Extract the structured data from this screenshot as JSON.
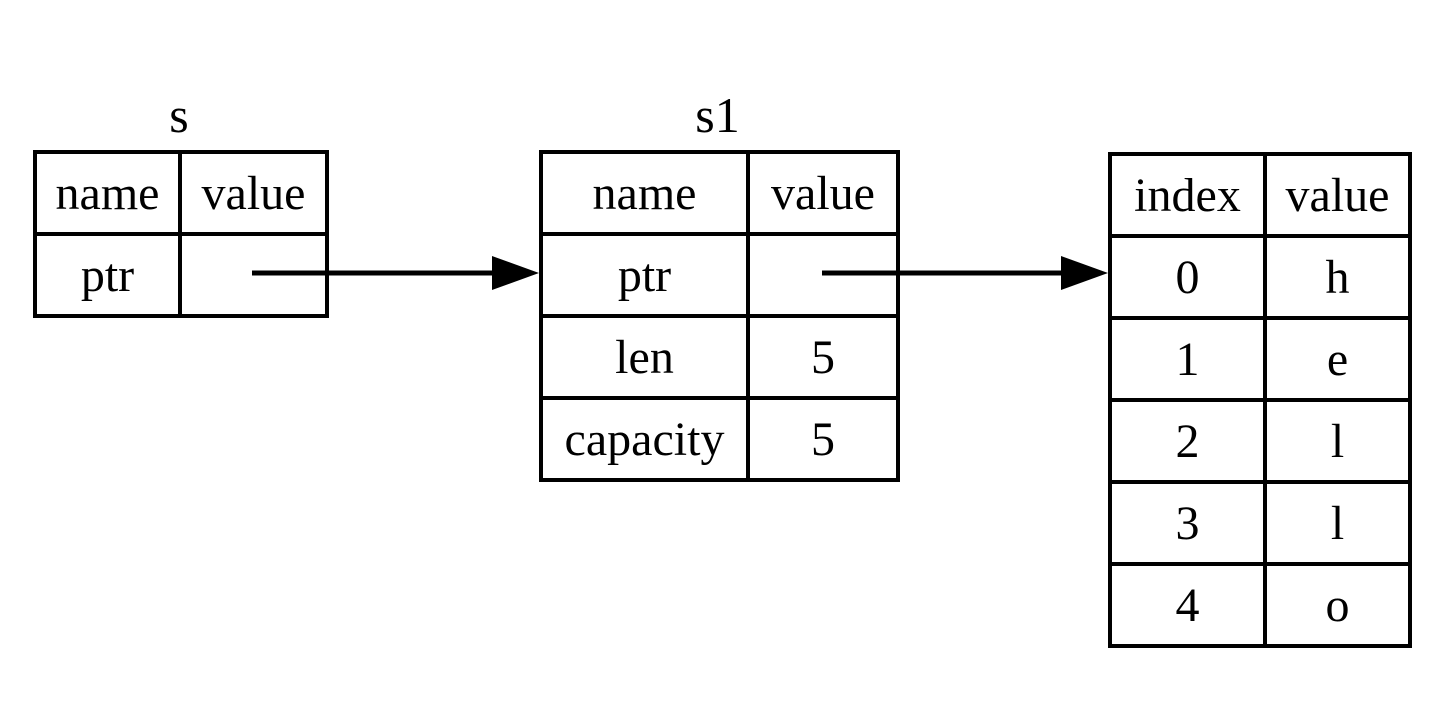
{
  "diagram_title": "",
  "tables": {
    "s": {
      "title": "s",
      "headers": [
        "name",
        "value"
      ],
      "rows": [
        {
          "name": "ptr",
          "value": ""
        }
      ]
    },
    "s1": {
      "title": "s1",
      "headers": [
        "name",
        "value"
      ],
      "rows": [
        {
          "name": "ptr",
          "value": ""
        },
        {
          "name": "len",
          "value": "5"
        },
        {
          "name": "capacity",
          "value": "5"
        }
      ]
    },
    "heap": {
      "title": "",
      "headers": [
        "index",
        "value"
      ],
      "rows": [
        {
          "index": "0",
          "value": "h"
        },
        {
          "index": "1",
          "value": "e"
        },
        {
          "index": "2",
          "value": "l"
        },
        {
          "index": "3",
          "value": "l"
        },
        {
          "index": "4",
          "value": "o"
        }
      ]
    }
  },
  "arrows": [
    {
      "name": "s-ptr-to-s1",
      "from": "s.ptr",
      "to": "s1"
    },
    {
      "name": "s1-ptr-to-heap",
      "from": "s1.ptr",
      "to": "heap"
    }
  ],
  "colors": {
    "ink": "#000000",
    "background": "#ffffff"
  }
}
